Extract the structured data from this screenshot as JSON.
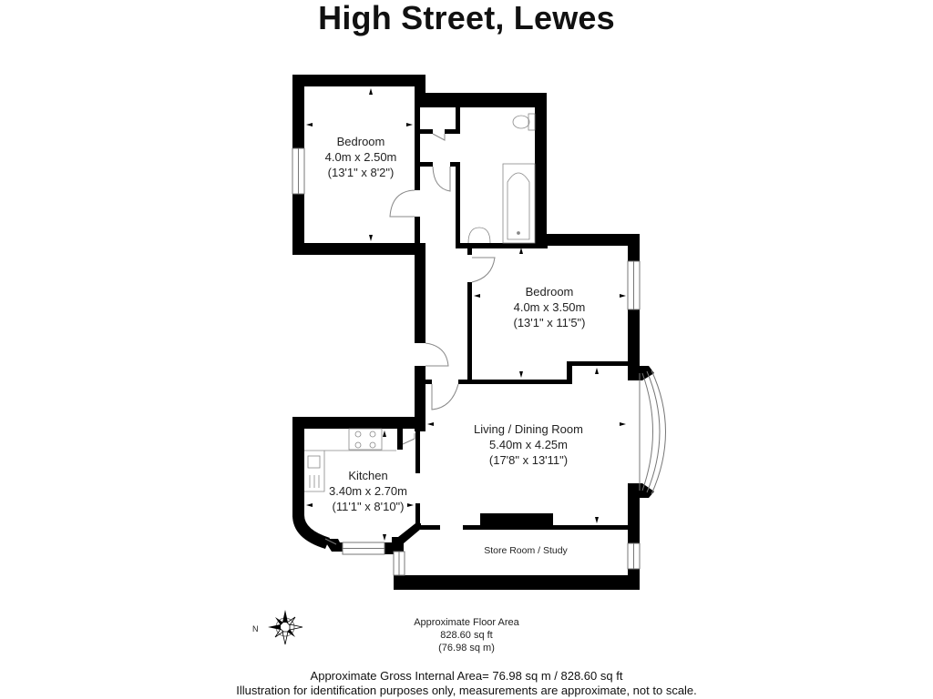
{
  "title": "High Street, Lewes",
  "rooms": [
    {
      "id": "bedroom-1",
      "name": "Bedroom",
      "metric": "4.0m x 2.50m",
      "imperial": "(13'1\" x 8'2\")"
    },
    {
      "id": "bedroom-2",
      "name": "Bedroom",
      "metric": "4.0m x 3.50m",
      "imperial": "(13'1\" x 11'5\")"
    },
    {
      "id": "living-dining",
      "name": "Living / Dining Room",
      "metric": "5.40m x 4.25m",
      "imperial": "(17'8\" x 13'11\")"
    },
    {
      "id": "kitchen",
      "name": "Kitchen",
      "metric": "3.40m x 2.70m",
      "imperial": "(11'1\" x 8'10\")"
    },
    {
      "id": "store-study",
      "name": "Store Room / Study"
    }
  ],
  "compass": {
    "label": "N"
  },
  "floor_area": {
    "heading": "Approximate Floor Area",
    "sq_ft": "828.60 sq ft",
    "sq_m": "(76.98 sq m)"
  },
  "footer": {
    "gross_internal_area": "Approximate Gross Internal Area= 76.98 sq m / 828.60 sq ft",
    "disclaimer": "Illustration for identification purposes only, measurements are approximate, not to scale."
  },
  "colors": {
    "wall": "#000000",
    "background": "#ffffff",
    "fixture_line": "#888888"
  }
}
